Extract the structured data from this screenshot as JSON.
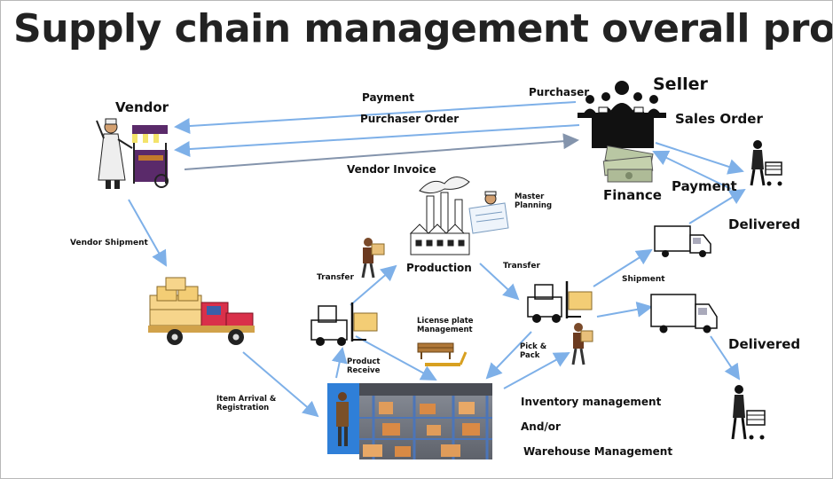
{
  "title": "Supply chain management overall process",
  "nodes": {
    "vendor": "Vendor",
    "seller": "Seller",
    "sales_order": "Sales Order",
    "finance": "Finance",
    "production": "Production",
    "master_planning": "Master Planning",
    "license_plate": "License plate Management",
    "delivered_1": "Delivered",
    "delivered_2": "Delivered"
  },
  "flows": {
    "payment_top": "Payment",
    "purchaser": "Purchaser",
    "purchaser_order": "Purchaser Order",
    "vendor_invoice": "Vendor Invoice",
    "payment_right": "Payment",
    "vendor_shipment": "Vendor Shipment",
    "transfer_left": "Transfer",
    "transfer_right": "Transfer",
    "shipment": "Shipment",
    "item_arrival": "Item Arrival & Registration",
    "product_receive": "Product Receive",
    "pick_pack": "Pick & Pack"
  },
  "inventory": {
    "line1": "Inventory management",
    "line2": "And/or",
    "line3": "Warehouse Management"
  },
  "colors": {
    "arrow": "#7eb0e8",
    "arrow_dark": "#8494ac",
    "title": "#222222"
  }
}
